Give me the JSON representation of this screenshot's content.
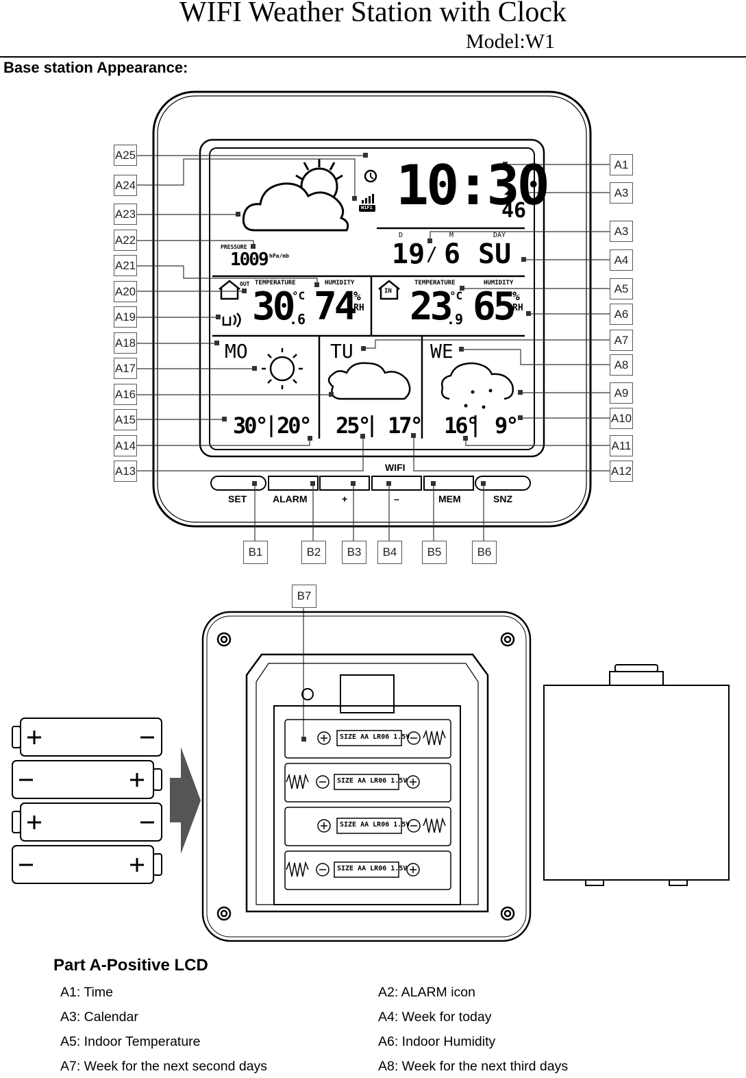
{
  "header": {
    "title": "WIFI Weather Station with Clock",
    "model": "Model:W1",
    "section_title": "Base station Appearance:"
  },
  "lcd": {
    "time": "10:30",
    "seconds": "46",
    "day_header_d": "D",
    "day_header_m": "M",
    "day_header_day": "DAY",
    "date_day": "19",
    "date_sep": "/",
    "date_month": "6",
    "weekday": "SU",
    "pressure_label": "PRESSURE",
    "pressure_value": "1009",
    "pressure_unit": "hPa/mb",
    "out_label": "OUT",
    "in_label": "IN",
    "temperature_label": "TEMPERATURE",
    "humidity_label": "HUMIDITY",
    "out_temp": "30",
    "out_temp_dec": ".6",
    "out_temp_unit": "°C",
    "out_humidity": "74",
    "in_temp": "23",
    "in_temp_dec": ".9",
    "in_temp_unit": "°C",
    "in_humidity": "65",
    "pct": "%",
    "rh": "RH",
    "wifi_badge": "WiFi",
    "forecast": [
      {
        "day": "MO",
        "high": "30°",
        "low": "20°"
      },
      {
        "day": "TU",
        "high": "25°",
        "low": "17°"
      },
      {
        "day": "WE",
        "high": "16°",
        "low": "9°"
      }
    ],
    "wifi_label": "WIFI"
  },
  "buttons": [
    "SET",
    "ALARM",
    "+",
    "–",
    "MEM",
    "SNZ"
  ],
  "labels_left": [
    "A25",
    "A24",
    "A23",
    "A22",
    "A21",
    "A20",
    "A19",
    "A18",
    "A17",
    "A16",
    "A15",
    "A14",
    "A13"
  ],
  "labels_right": [
    "A1",
    "A3",
    "A3",
    "A4",
    "A5",
    "A6",
    "A7",
    "A8",
    "A9",
    "A10",
    "A11",
    "A12"
  ],
  "labels_b": [
    "B1",
    "B2",
    "B3",
    "B4",
    "B5",
    "B6"
  ],
  "label_b7": "B7",
  "battery_text": "SIZE AA LR06 1.5V",
  "part_title": "Part A-Positive LCD",
  "legend": [
    [
      "A1: Time",
      "A2: ALARM icon"
    ],
    [
      "A3: Calendar",
      "A4: Week for today"
    ],
    [
      "A5: Indoor Temperature",
      "A6: Indoor Humidity"
    ],
    [
      "A7: Week for the next second days",
      "A8: Week for the next third days"
    ]
  ]
}
